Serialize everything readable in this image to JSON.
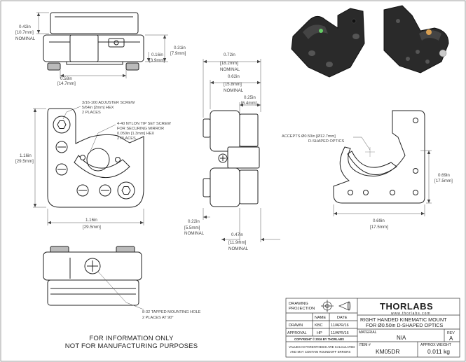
{
  "top_view": {
    "h_in": "0.42in",
    "h_mm": "[10.7mm]",
    "h_tag": "NOMINAL",
    "r_in": "0.31in",
    "r_mm": "[7.9mm]",
    "c_in": "0.16in",
    "c_mm": "[3.9mm]",
    "b_in": "0.58in",
    "b_mm": "[14.7mm]"
  },
  "side_view": {
    "w1_in": "0.72in",
    "w1_mm": "[18.2mm]",
    "w1_tag": "NOMINAL",
    "w2_in": "0.62in",
    "w2_mm": "[15.8mm]",
    "w2_tag": "NOMINAL",
    "w3_in": "0.25in",
    "w3_mm": "[6.4mm]",
    "b1_in": "0.22in",
    "b1_mm": "[5.5mm]",
    "b1_tag": "NOMINAL",
    "b2_in": "0.47in",
    "b2_mm": "[11.9mm]",
    "b2_tag": "NOMINAL"
  },
  "front_view": {
    "callout1": [
      "3/16-100 ADJUSTER SCREW",
      "5/64in [2mm] HEX",
      "2 PLACES"
    ],
    "callout2": [
      "4-40 NYLON TIP SET SCREW",
      "FOR SECURING MIRROR",
      "0.050in [1.3mm] HEX",
      "2 PLACES"
    ],
    "h_in": "1.16in",
    "h_mm": "[29.5mm]",
    "w_in": "1.16in",
    "w_mm": "[29.5mm]"
  },
  "back_view": {
    "callout": [
      "ACCEPTS Ø0.50in [Ø12.7mm]",
      "D-SHAPED OPTICS"
    ],
    "h_in": "0.69in",
    "h_mm": "[17.5mm]",
    "w_in": "0.69in",
    "w_mm": "[17.5mm]"
  },
  "bottom_view": {
    "callout": [
      "8-32 TAPPED MOUNTING HOLE",
      "2 PLACES AT 90°"
    ]
  },
  "info": [
    "FOR INFORMATION ONLY",
    "NOT FOR MANUFACTURING PURPOSES"
  ],
  "title_block": {
    "drawing_projection": [
      "DRAWING",
      "PROJECTION"
    ],
    "name_hdr": "NAME",
    "date_hdr": "DATE",
    "drawn_label": "DRAWN",
    "drawn_name": "KBC",
    "drawn_date": "11/APR/16",
    "approval_label": "APPROVAL",
    "approval_name": "HP",
    "approval_date": "11/APR/16",
    "copyright": "COPYRIGHT © 2016 BY THORLABS",
    "disclaimer": [
      "VALUES IN PARENTHESIS ARE CALCULATED",
      "AND MAY CONTAIN ROUNDOFF ERRORS"
    ],
    "logo": "THORLABS",
    "website": "www.thorlabs.com",
    "title": [
      "RIGHT HANDED KINEMATIC MOUNT",
      "FOR Ø0.50in D-SHAPED OPTICS"
    ],
    "material_label": "MATERIAL",
    "material": "N/A",
    "rev_label": "REV",
    "rev": "A",
    "item_label": "ITEM #",
    "item": "KM05DR",
    "weight_label": "APPROX WEIGHT",
    "weight": "0.011 kg"
  }
}
